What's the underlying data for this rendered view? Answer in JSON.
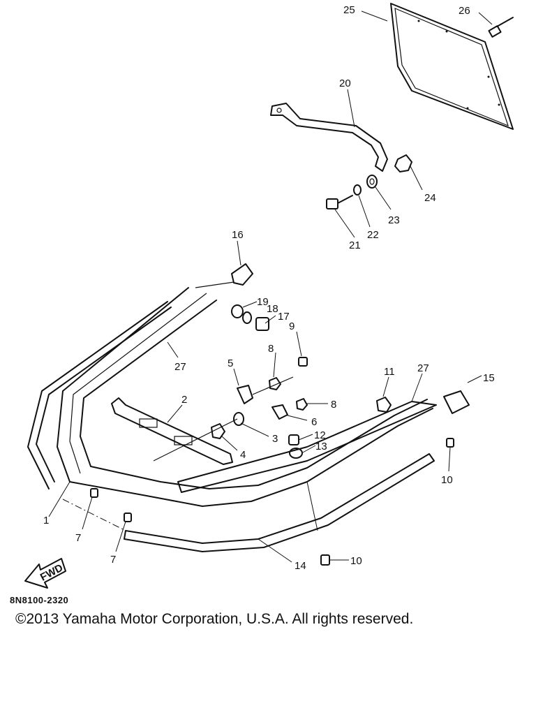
{
  "diagram": {
    "callouts": [
      "25",
      "26",
      "20",
      "24",
      "23",
      "22",
      "21",
      "16",
      "19",
      "18",
      "17",
      "9",
      "27",
      "8",
      "5",
      "11",
      "27",
      "15",
      "2",
      "8",
      "6",
      "3",
      "12",
      "13",
      "4",
      "10",
      "1",
      "7",
      "7",
      "14",
      "10"
    ],
    "fwd_label": "FWD"
  },
  "footer": {
    "code": "8N8100-2320",
    "copyright": "©2013 Yamaha Motor Corporation, U.S.A. All rights reserved."
  }
}
